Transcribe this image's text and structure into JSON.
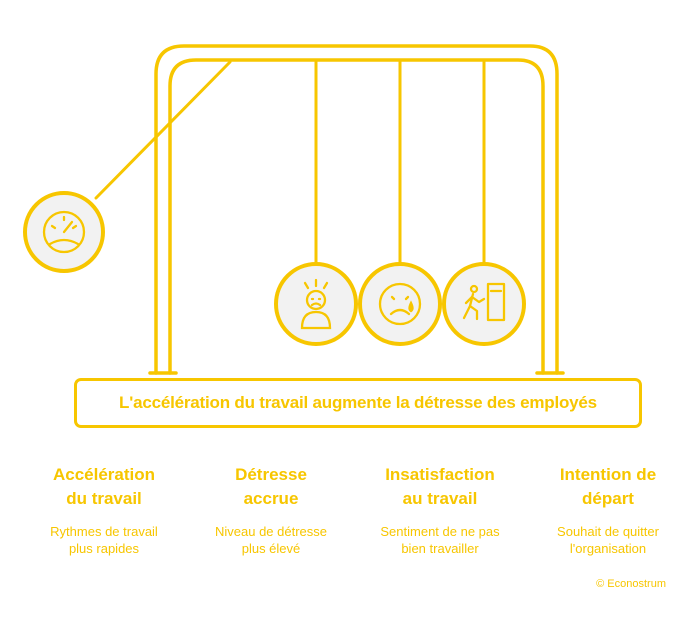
{
  "banner": {
    "text": "L'accélération du travail augmente la détresse des employés"
  },
  "columns": [
    {
      "title_l1": "Accélération",
      "title_l2": "du travail",
      "desc_l1": "Rythmes de travail",
      "desc_l2": "plus rapides"
    },
    {
      "title_l1": "Détresse",
      "title_l2": "accrue",
      "desc_l1": "Niveau de détresse",
      "desc_l2": "plus élevé"
    },
    {
      "title_l1": "Insatisfaction",
      "title_l2": "au travail",
      "desc_l1": "Sentiment de ne pas",
      "desc_l2": "bien travailler"
    },
    {
      "title_l1": "Intention de",
      "title_l2": "départ",
      "desc_l1": "Souhait de quitter",
      "desc_l2": "l'organisation"
    }
  ],
  "copyright": "© Econostrum",
  "icons": [
    "speedometer-icon",
    "stressed-person-icon",
    "sad-face-icon",
    "person-leaving-door-icon"
  ],
  "colors": {
    "accent": "#f7c600",
    "ball_fill": "#f2f2f2",
    "background": "#ffffff"
  }
}
